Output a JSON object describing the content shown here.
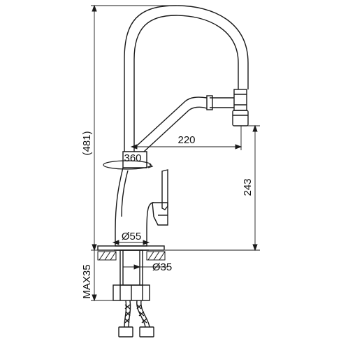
{
  "dimensions": {
    "overall_height": "(481)",
    "reach": "220",
    "rotation": "360",
    "spout_height": "243",
    "base_diameter": "Ø55",
    "hole_diameter": "Ø35",
    "max_thickness": "MAX35"
  },
  "colors": {
    "line": "#1a1a1a",
    "background": "#ffffff"
  }
}
